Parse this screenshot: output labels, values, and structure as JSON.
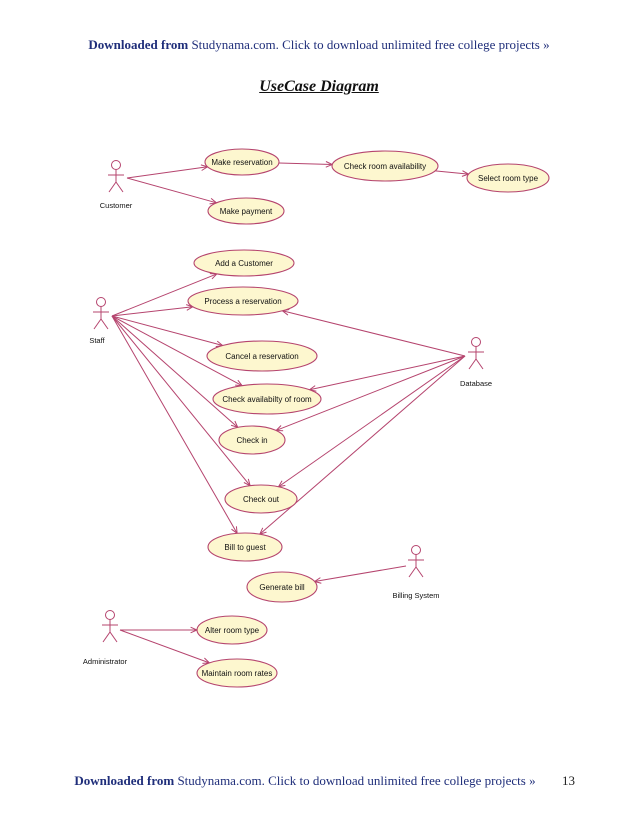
{
  "banner": {
    "lead": "Downloaded from",
    "link": "Studynama.com. Click to download unlimited free college projects »"
  },
  "page_number": "13",
  "title": "UseCase Diagram",
  "colors": {
    "banner": "#1f2e7a",
    "line": "#b5446e",
    "ellipse_fill": "#fdf7cf",
    "ellipse_stroke": "#b5446e"
  },
  "actors": [
    {
      "id": "customer",
      "label": "Customer"
    },
    {
      "id": "staff",
      "label": "Staff"
    },
    {
      "id": "database",
      "label": "Database"
    },
    {
      "id": "billing",
      "label": "Billing System"
    },
    {
      "id": "admin",
      "label": "Administrator"
    }
  ],
  "use_cases": [
    {
      "id": "make-reservation",
      "label": "Make reservation"
    },
    {
      "id": "check-room",
      "label": "Check room availability"
    },
    {
      "id": "select-room",
      "label": "Select room type"
    },
    {
      "id": "make-payment",
      "label": "Make payment"
    },
    {
      "id": "add-customer",
      "label": "Add a Customer"
    },
    {
      "id": "process-reservation",
      "label": "Process a reservation"
    },
    {
      "id": "cancel-reservation",
      "label": "Cancel a reservation"
    },
    {
      "id": "check-availability",
      "label": "Check availabilty of room"
    },
    {
      "id": "check-in",
      "label": "Check in"
    },
    {
      "id": "check-out",
      "label": "Check out"
    },
    {
      "id": "bill-guest",
      "label": "Bill to guest"
    },
    {
      "id": "generate-bill",
      "label": "Generate bill"
    },
    {
      "id": "alter-room",
      "label": "Alter room type"
    },
    {
      "id": "maintain-rates",
      "label": "Maintain room rates"
    }
  ],
  "associations": [
    {
      "from": "customer",
      "to": "make-reservation"
    },
    {
      "from": "customer",
      "to": "make-payment"
    },
    {
      "from": "make-reservation",
      "to": "check-room"
    },
    {
      "from": "check-room",
      "to": "select-room"
    },
    {
      "from": "staff",
      "to": "add-customer"
    },
    {
      "from": "staff",
      "to": "process-reservation"
    },
    {
      "from": "staff",
      "to": "cancel-reservation"
    },
    {
      "from": "staff",
      "to": "check-availability"
    },
    {
      "from": "staff",
      "to": "check-in"
    },
    {
      "from": "staff",
      "to": "check-out"
    },
    {
      "from": "staff",
      "to": "bill-guest"
    },
    {
      "from": "database",
      "to": "process-reservation"
    },
    {
      "from": "database",
      "to": "check-availability"
    },
    {
      "from": "database",
      "to": "check-in"
    },
    {
      "from": "database",
      "to": "check-out"
    },
    {
      "from": "database",
      "to": "bill-guest"
    },
    {
      "from": "billing",
      "to": "generate-bill"
    },
    {
      "from": "admin",
      "to": "alter-room"
    },
    {
      "from": "admin",
      "to": "maintain-rates"
    }
  ]
}
